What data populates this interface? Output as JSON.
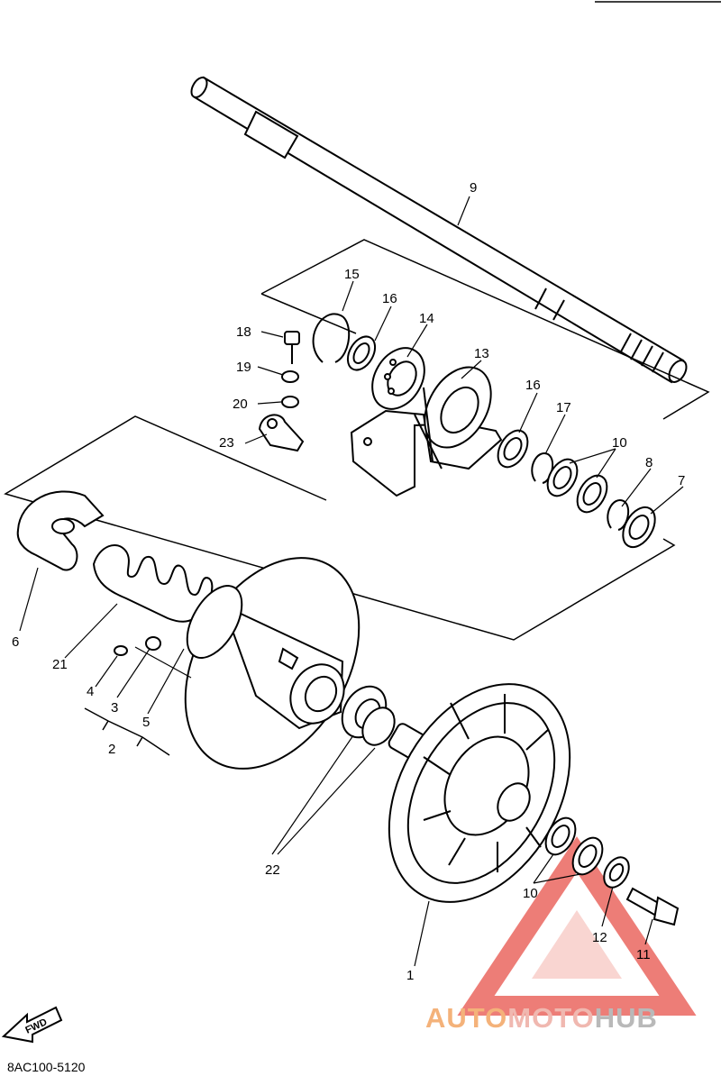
{
  "diagram": {
    "callouts": [
      "1",
      "2",
      "3",
      "4",
      "5",
      "6",
      "7",
      "8",
      "9",
      "10",
      "10",
      "11",
      "12",
      "13",
      "14",
      "15",
      "16",
      "16",
      "17",
      "18",
      "19",
      "20",
      "21",
      "22",
      "23"
    ],
    "fwd_badge": "FWD",
    "drawing_code": "8AC100-5120"
  },
  "watermark": {
    "part1": "AUTO",
    "part2": "MOTO",
    "part3": "HUB",
    "colors": {
      "auto": "#f4b27a",
      "moto": "#f0b8b0",
      "hub": "#b9b9b9",
      "logo": "#e8524a"
    }
  }
}
